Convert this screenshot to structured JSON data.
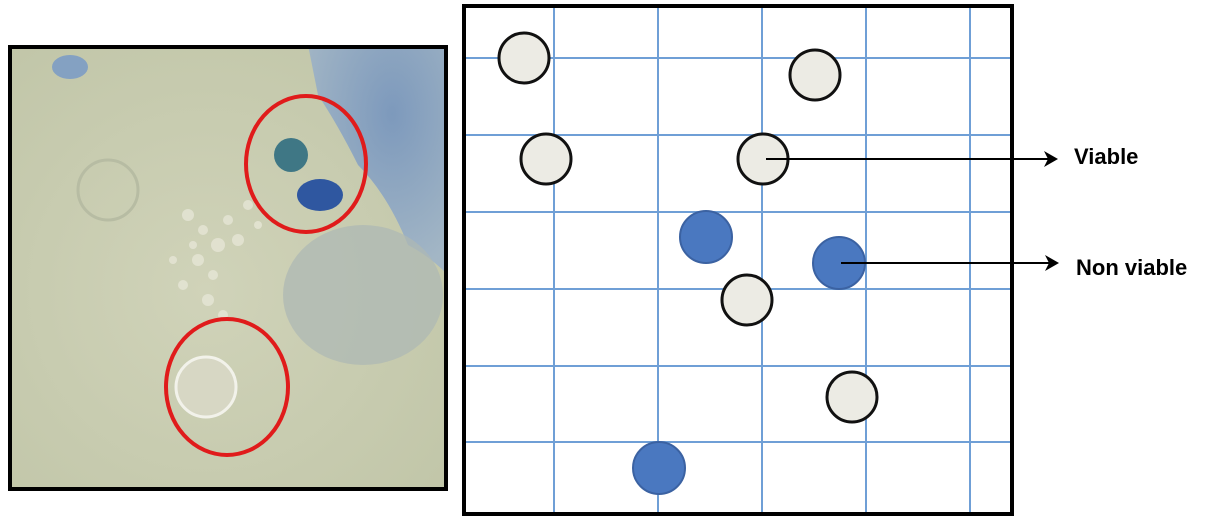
{
  "labels": {
    "viable": "Viable",
    "non_viable": "Non viable"
  },
  "colors": {
    "viable_cell_fill": "#ecebe4",
    "non_viable_cell_fill": "#4a78c0",
    "grid_line": "#6f9fd6",
    "highlight_circle": "#e01b1b",
    "micrograph_background": "#c9ccb0",
    "stain_blue": "#7f9fc2"
  },
  "icons": {
    "arrow": "right-arrow"
  }
}
